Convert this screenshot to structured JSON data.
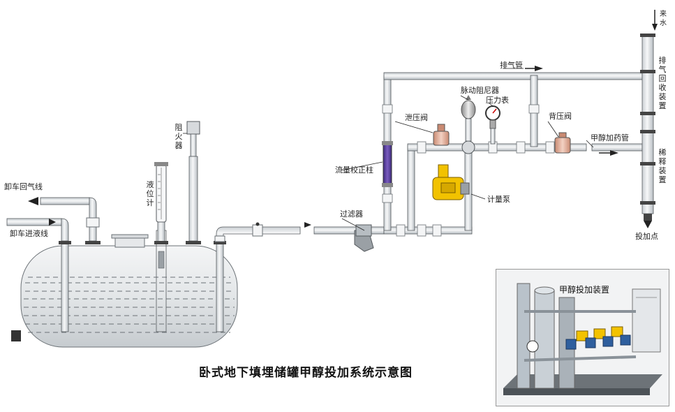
{
  "title": "卧式地下填埋储罐甲醇投加系统示意图",
  "labels": {
    "unload_gas_return": "卸车回气线",
    "unload_liquid_in": "卸车进液线",
    "flame_arrester": "阻火器",
    "level_gauge": "液位计",
    "flow_calibration": "流量校正柱",
    "filter": "过滤器",
    "relief_valve": "泄压阀",
    "pulsation_damper": "脉动阻尼器",
    "pressure_gauge": "压力表",
    "metering_pump": "计量泵",
    "back_pressure_valve": "背压阀",
    "vent_pipe": "排气管",
    "methanol_dosing_pipe": "甲醇加药管",
    "incoming_water": "来水",
    "exhaust_recovery": "排气回收装置",
    "dilution_device": "稀释装置",
    "dosing_point": "投加点"
  },
  "photo": {
    "title": "甲醇投加装置"
  },
  "colors": {
    "pipe_fill": "#e9ecee",
    "pipe_edge": "#555a5e",
    "tank_fill": "#e6e8ea",
    "pump_yellow": "#f2c200",
    "valve_pink": "#e8b4a0",
    "flow_column": "#5a3d9a"
  }
}
